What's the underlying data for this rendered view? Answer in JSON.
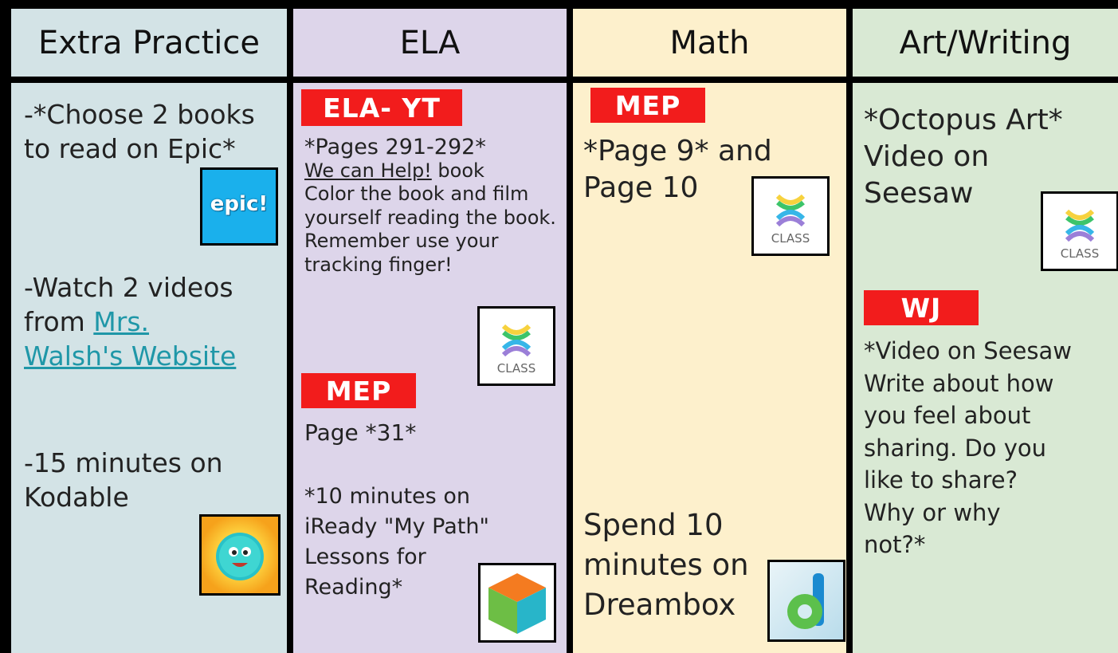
{
  "headers": [
    "Extra Practice",
    "ELA",
    "Math",
    "Art/Writing"
  ],
  "extra_practice": {
    "item1": [
      "-*Choose 2 books",
      "to read on Epic*"
    ],
    "epic_label": "epic!",
    "item2_line1": "-Watch 2 videos",
    "item2_from": "from ",
    "link_part1": "Mrs.",
    "link_part2": "Walsh's Website",
    "item3": [
      "-15 minutes on",
      "Kodable"
    ]
  },
  "ela": {
    "tag1": "ELA- YT",
    "pages": "*Pages 291-292*",
    "book_title": "We can Help!",
    "book_word": " book",
    "lines": [
      "Color the book and film",
      "yourself reading the book.",
      "Remember use your",
      "tracking finger!"
    ],
    "tag2": "MEP",
    "page31": "Page *31*",
    "iready": [
      "*10 minutes on",
      "iReady \"My Path\"",
      "Lessons for",
      "Reading*"
    ]
  },
  "math": {
    "tag": "MEP",
    "page_lines": [
      "*Page 9* and",
      "Page 10"
    ],
    "dreambox": [
      "Spend 10",
      "minutes on",
      "Dreambox"
    ]
  },
  "art": {
    "octopus": [
      "*Octopus Art*",
      "Video on",
      "Seesaw"
    ],
    "tag": "WJ",
    "wj_lines": [
      "*Video on Seesaw",
      "Write about how",
      "you feel about",
      "sharing. Do you",
      "like to share?",
      "Why or why",
      "not?*"
    ]
  },
  "seesaw_label": "CLASS",
  "colors": {
    "extra_practice_bg": "#d3e3e6",
    "ela_bg": "#ddd5ea",
    "math_bg": "#fdf0cc",
    "art_bg": "#d9e9d4",
    "tag_red": "#f21c1c",
    "link": "#1f97a8"
  }
}
